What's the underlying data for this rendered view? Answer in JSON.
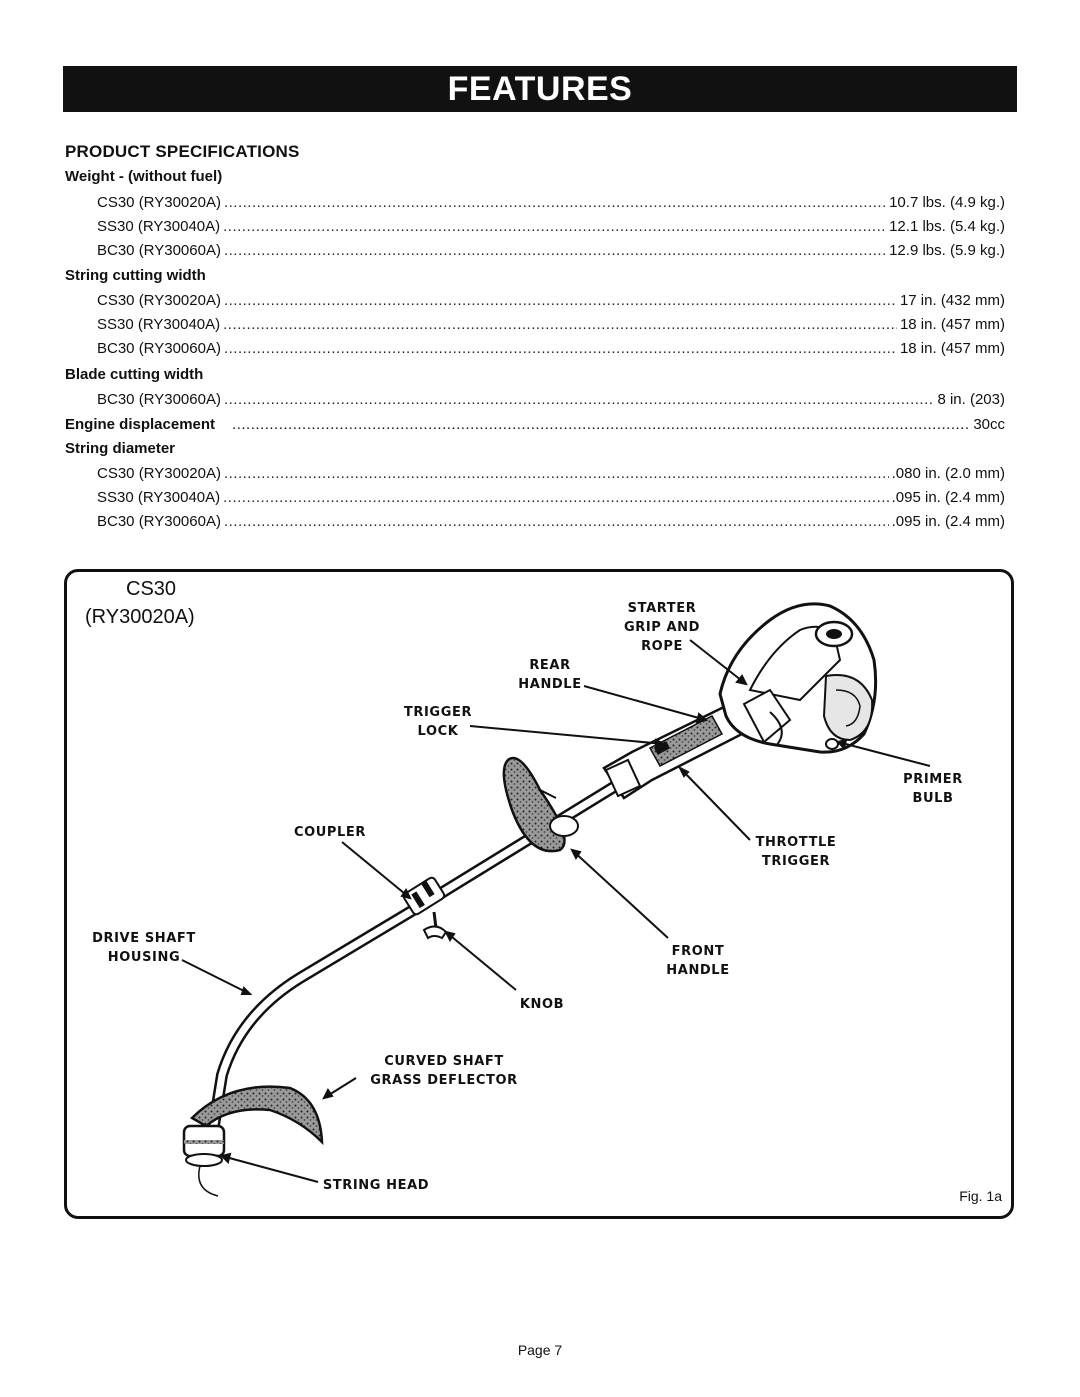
{
  "header": {
    "title": "FEATURES"
  },
  "specs": {
    "title": "PRODUCT SPECIFICATIONS",
    "weight": {
      "title": "Weight - (without fuel)",
      "rows": [
        {
          "model": "CS30 (RY30020A)",
          "value": "10.7 lbs. (4.9 kg.)"
        },
        {
          "model": "SS30 (RY30040A)",
          "value": "12.1 lbs. (5.4 kg.)"
        },
        {
          "model": "BC30 (RY30060A)",
          "value": "12.9 lbs. (5.9 kg.)"
        }
      ]
    },
    "string_width": {
      "title": "String cutting width",
      "rows": [
        {
          "model": "CS30 (RY30020A)",
          "value": "17 in. (432 mm)"
        },
        {
          "model": "SS30 (RY30040A)",
          "value": "18 in. (457 mm)"
        },
        {
          "model": "BC30 (RY30060A)",
          "value": "18 in. (457 mm)"
        }
      ]
    },
    "blade_width": {
      "title": "Blade cutting width",
      "rows": [
        {
          "model": "BC30 (RY30060A)",
          "value": "8 in. (203)"
        }
      ]
    },
    "engine": {
      "label": "Engine displacement",
      "value": "30cc"
    },
    "string_diameter": {
      "title": "String diameter",
      "rows": [
        {
          "model": "CS30 (RY30020A)",
          "value": ".080 in. (2.0 mm)"
        },
        {
          "model": "SS30 (RY30040A)",
          "value": ".095 in. (2.4 mm)"
        },
        {
          "model": "BC30 (RY30060A)",
          "value": ".095 in. (2.4 mm)"
        }
      ]
    }
  },
  "figure": {
    "model_line1": "CS30",
    "model_line2": "(RY30020A)",
    "callouts": {
      "starter": "STARTER\nGRIP AND\nROPE",
      "rear_handle": "REAR\nHANDLE",
      "trigger_lock": "TRIGGER\nLOCK",
      "primer_bulb": "PRIMER\nBULB",
      "coupler": "COUPLER",
      "throttle_trigger": "THROTTLE\nTRIGGER",
      "drive_shaft": "DRIVE SHAFT\nHOUSING",
      "front_handle": "FRONT\nHANDLE",
      "knob": "KNOB",
      "grass_deflector": "CURVED SHAFT\nGRASS DEFLECTOR",
      "string_head": "STRING HEAD"
    },
    "fig_label": "Fig. 1a"
  },
  "footer": {
    "page": "Page 7"
  }
}
